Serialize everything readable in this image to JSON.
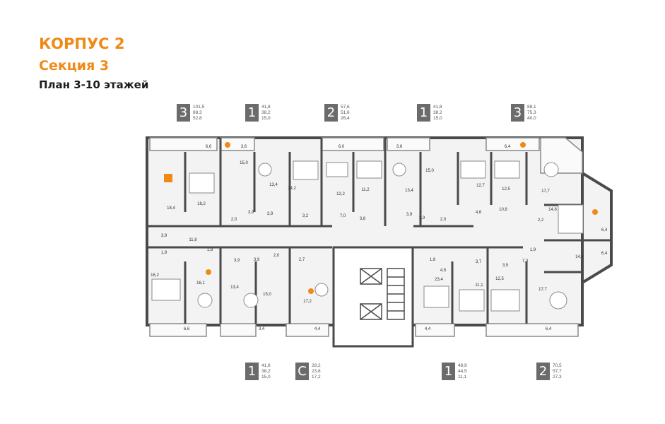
{
  "header": {
    "building": "КОРПУС 2",
    "section": "Секция 3",
    "plan": "План 3-10 этажей"
  },
  "colors": {
    "accent": "#ef8a17",
    "badge_bg": "#6b6b6b",
    "floor": "#f2f2f2",
    "wall": "#4a4a4a"
  },
  "top_badges": [
    {
      "rooms": "3",
      "areas": [
        "101,5",
        "88,3",
        "52,8"
      ]
    },
    {
      "rooms": "1",
      "areas": [
        "41,8",
        "38,2",
        "15,0"
      ]
    },
    {
      "rooms": "2",
      "areas": [
        "57,6",
        "51,6",
        "26,4"
      ]
    },
    {
      "rooms": "1",
      "areas": [
        "41,8",
        "38,2",
        "15,0"
      ]
    },
    {
      "rooms": "3",
      "areas": [
        "88,1",
        "75,3",
        "40,0"
      ]
    }
  ],
  "bottom_badges": [
    {
      "rooms": "1",
      "areas": [
        "41,6",
        "38,2",
        "15,0"
      ]
    },
    {
      "rooms": "С",
      "areas": [
        "28,2",
        "23,8",
        "17,2"
      ]
    },
    {
      "rooms": "1",
      "areas": [
        "48,9",
        "44,5",
        "11,1"
      ]
    },
    {
      "rooms": "2",
      "areas": [
        "70,5",
        "57,7",
        "27,3"
      ]
    }
  ],
  "room_labels": [
    "6,6",
    "3,6",
    "6,0",
    "3,6",
    "6,4",
    "15,0",
    "18,4",
    "18,2",
    "13,4",
    "14,2",
    "12,2",
    "11,2",
    "13,4",
    "15,0",
    "12,7",
    "12,5",
    "17,7",
    "3,9",
    "3,9",
    "3,2",
    "7,0",
    "3,8",
    "3,9",
    "3,9",
    "4,6",
    "10,8",
    "14,8",
    "6,4",
    "2,0",
    "2,0",
    "11,8",
    "2,2",
    "3,9",
    "1,9",
    "1,8",
    "2,0",
    "2,7",
    "3,9",
    "3,9",
    "1,8",
    "4,5",
    "3,7",
    "3,5",
    "7,3",
    "1,9",
    "6,4",
    "14,8",
    "16,2",
    "16,1",
    "13,4",
    "15,0",
    "17,2",
    "23,4",
    "11,1",
    "12,5",
    "17,7",
    "6,6",
    "3,4",
    "4,4",
    "4,4",
    "6,4"
  ]
}
